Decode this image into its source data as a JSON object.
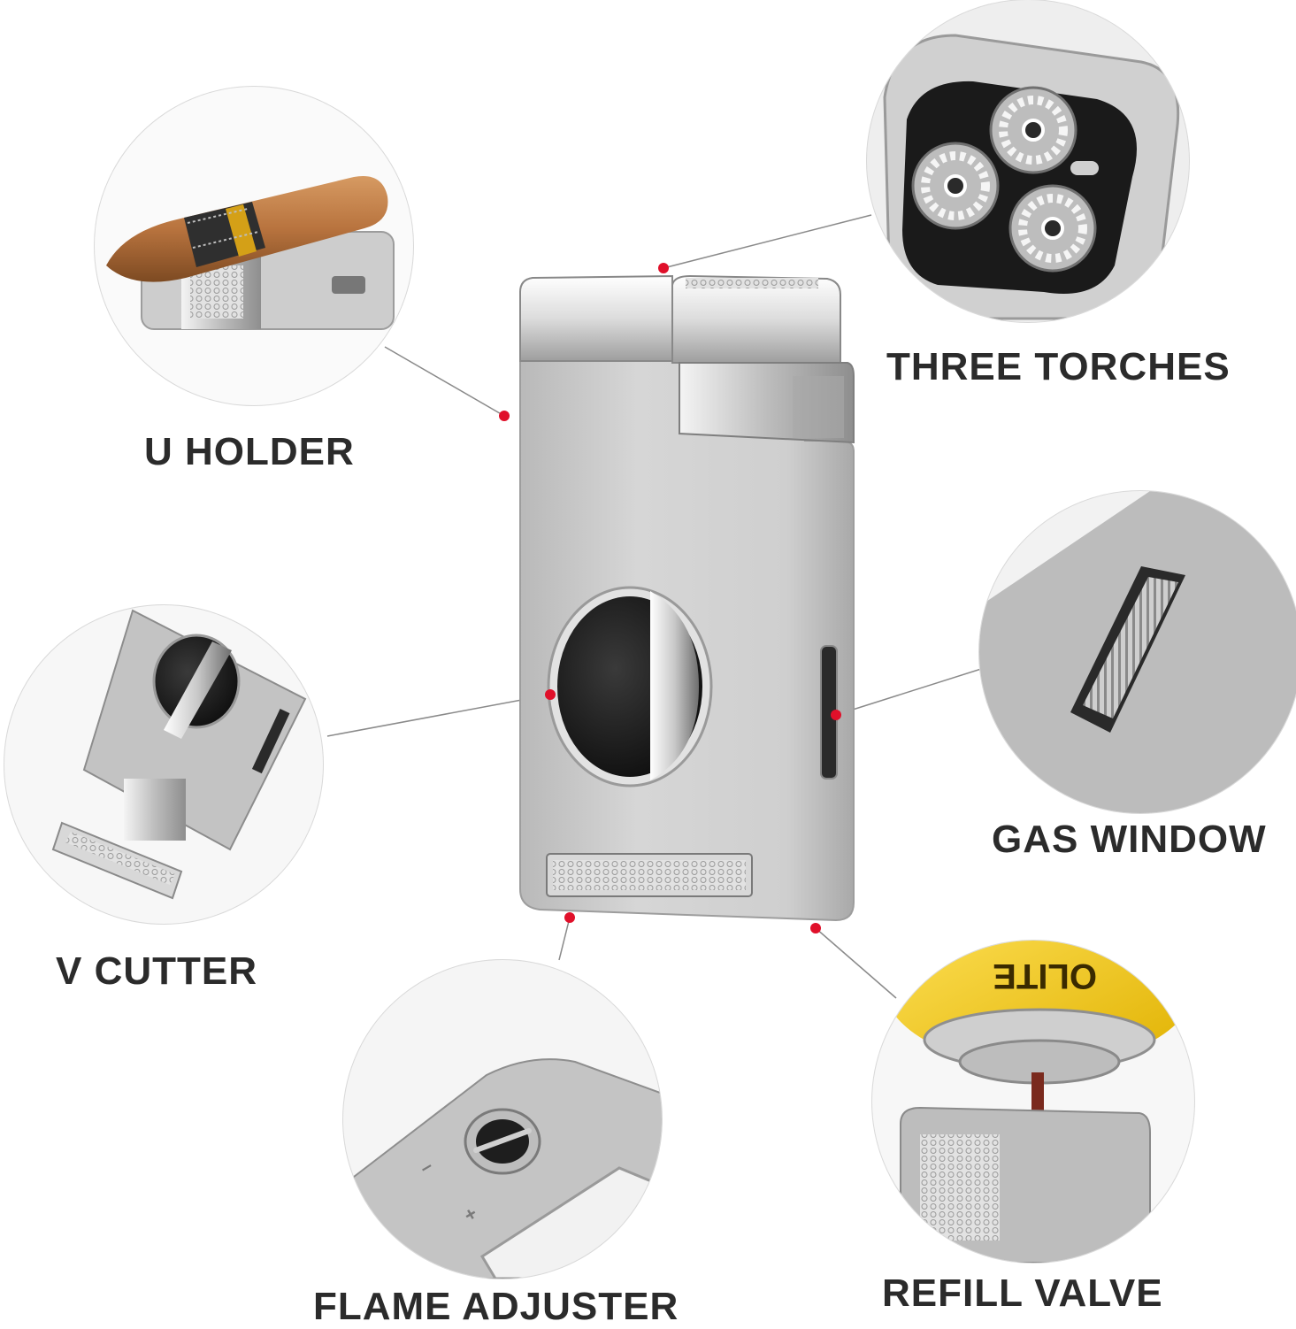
{
  "labels": {
    "u_holder": "U HOLDER",
    "three_torches": "THREE TORCHES",
    "gas_window": "GAS WINDOW",
    "v_cutter": "V CUTTER",
    "flame_adjuster": "FLAME ADJUSTER",
    "refill_valve": "REFILL VALVE"
  },
  "can_brand_fragment": "OLITE",
  "colors": {
    "background": "#ffffff",
    "label_text": "#2b2b2b",
    "marker_dot": "#e0102a",
    "leader_line": "#8a8a8a",
    "circle_border": "#d9d9d9",
    "body_silver": "#c9c9c9",
    "chrome": "#e8e8e8",
    "cutter_black": "#1a1a1a",
    "can_yellow": "#f2cc1c",
    "cigar_brown": "#b8733e",
    "cigar_band_gold": "#d4a017"
  },
  "icons": [
    "cigar-icon",
    "torch-nozzle-icon",
    "gas-window-icon",
    "v-cutter-icon",
    "flame-adjuster-icon",
    "gas-can-icon"
  ]
}
